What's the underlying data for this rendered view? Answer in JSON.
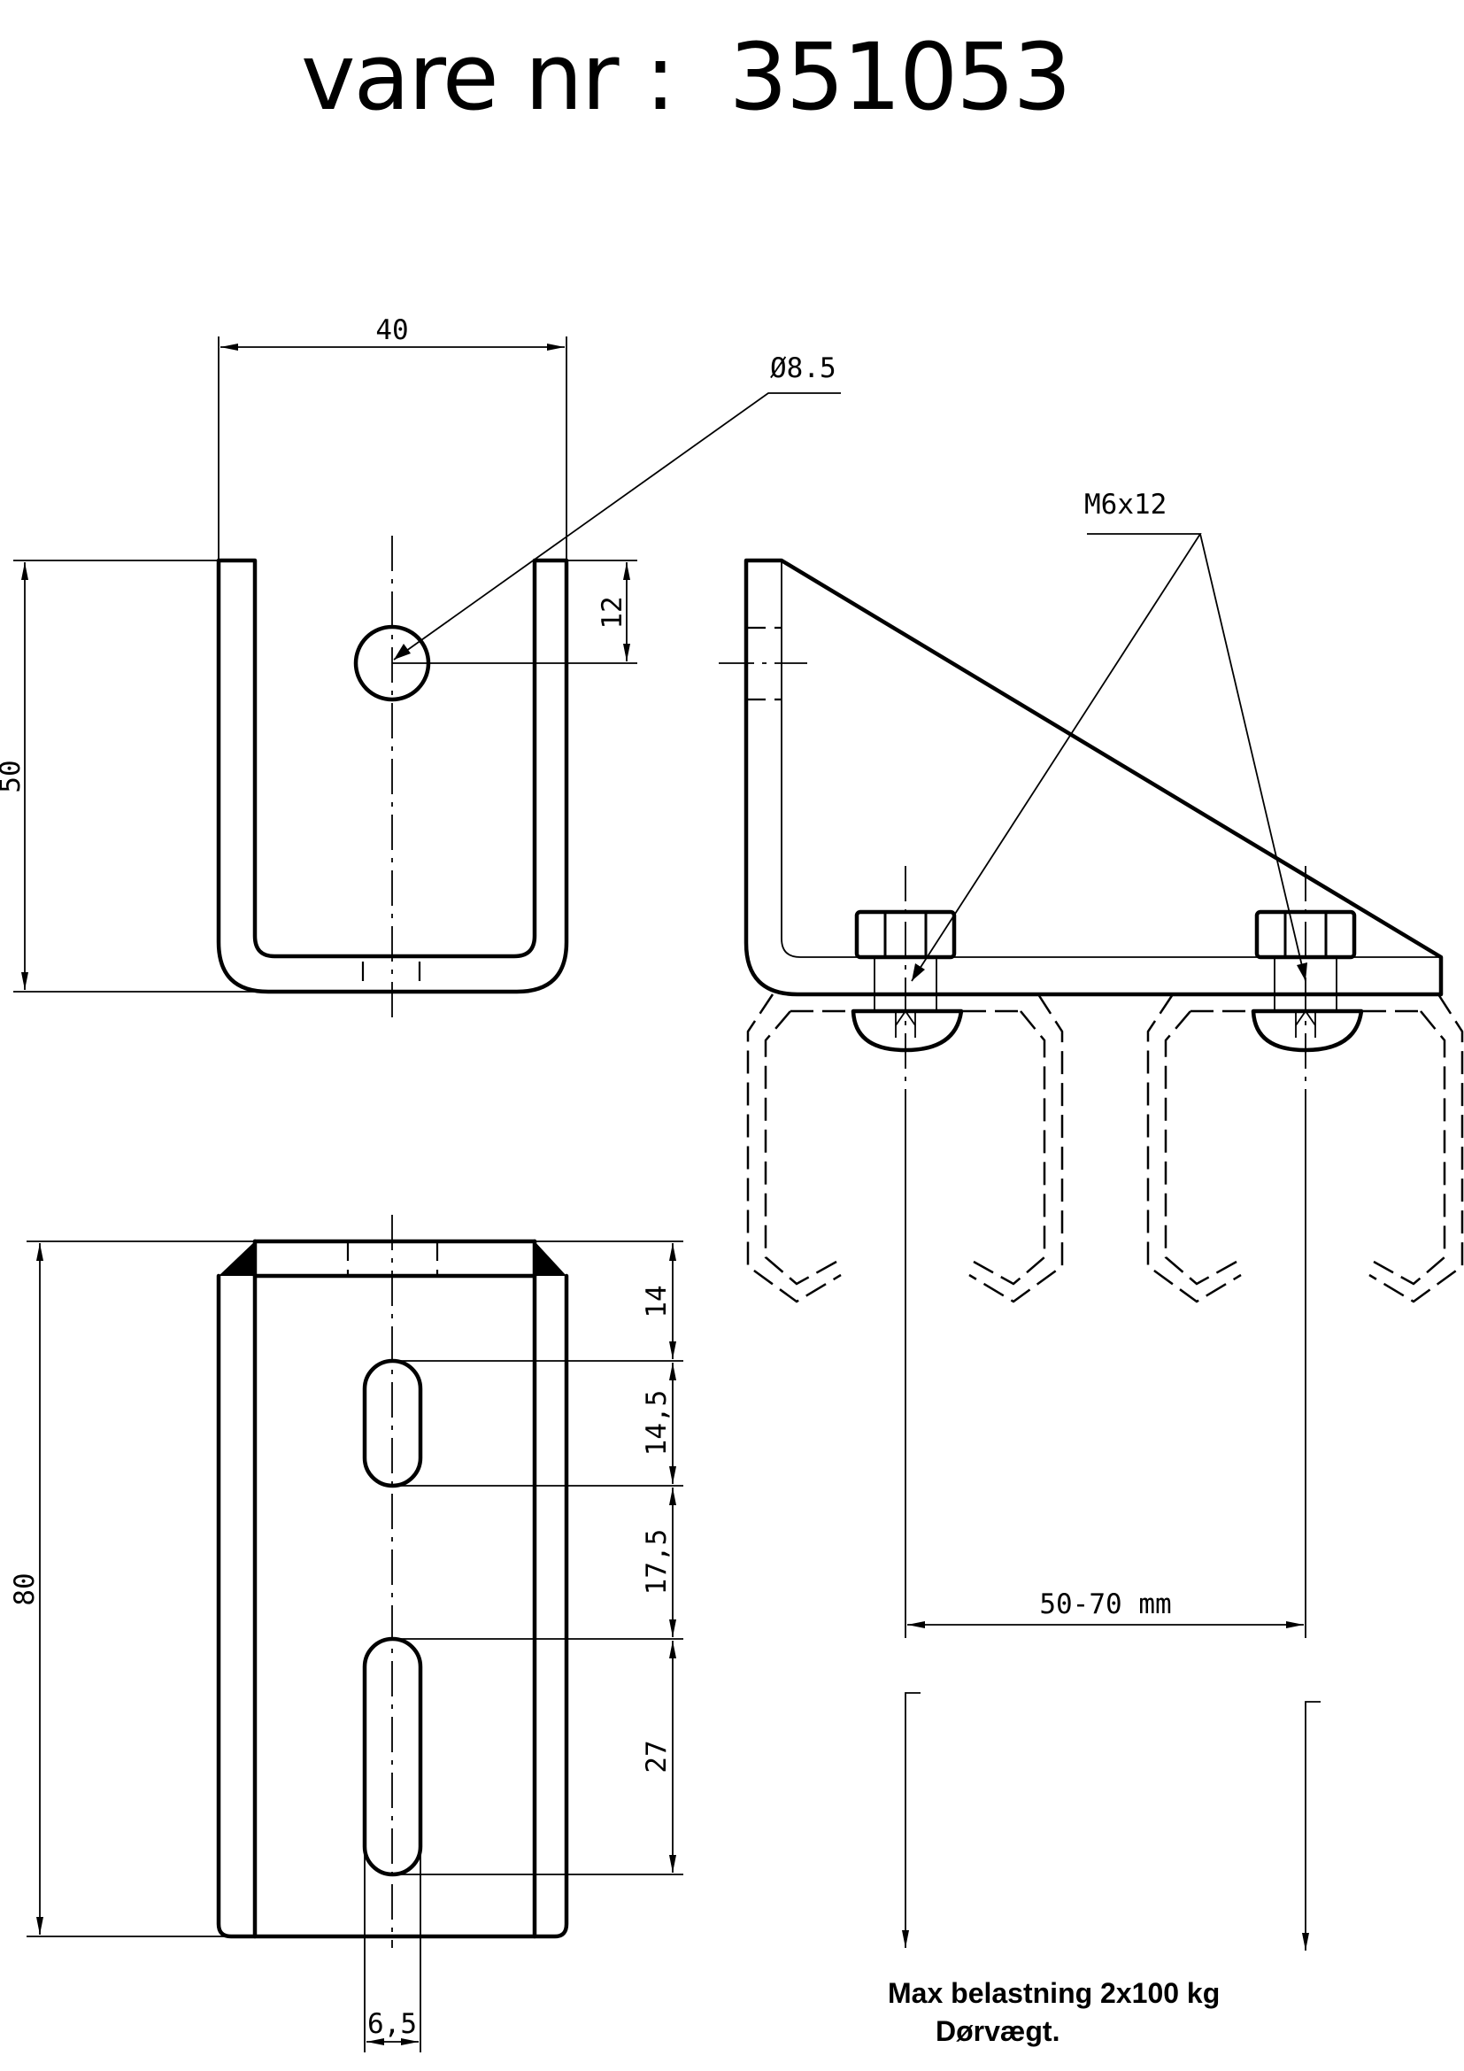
{
  "title": "vare nr :  351053",
  "dimensions": {
    "width_top": "40",
    "height_top": "50",
    "hole_offset": "12",
    "hole_diameter": "Ø8.5",
    "bolt": "M6x12",
    "height_front": "80",
    "seg1": "14",
    "seg2": "14,5",
    "seg3": "17,5",
    "seg4": "27",
    "slot_width": "6,5",
    "spacing": "50-70 mm"
  },
  "note": {
    "line1": "Max belastning 2x100 kg",
    "line2": "Dørvægt."
  }
}
